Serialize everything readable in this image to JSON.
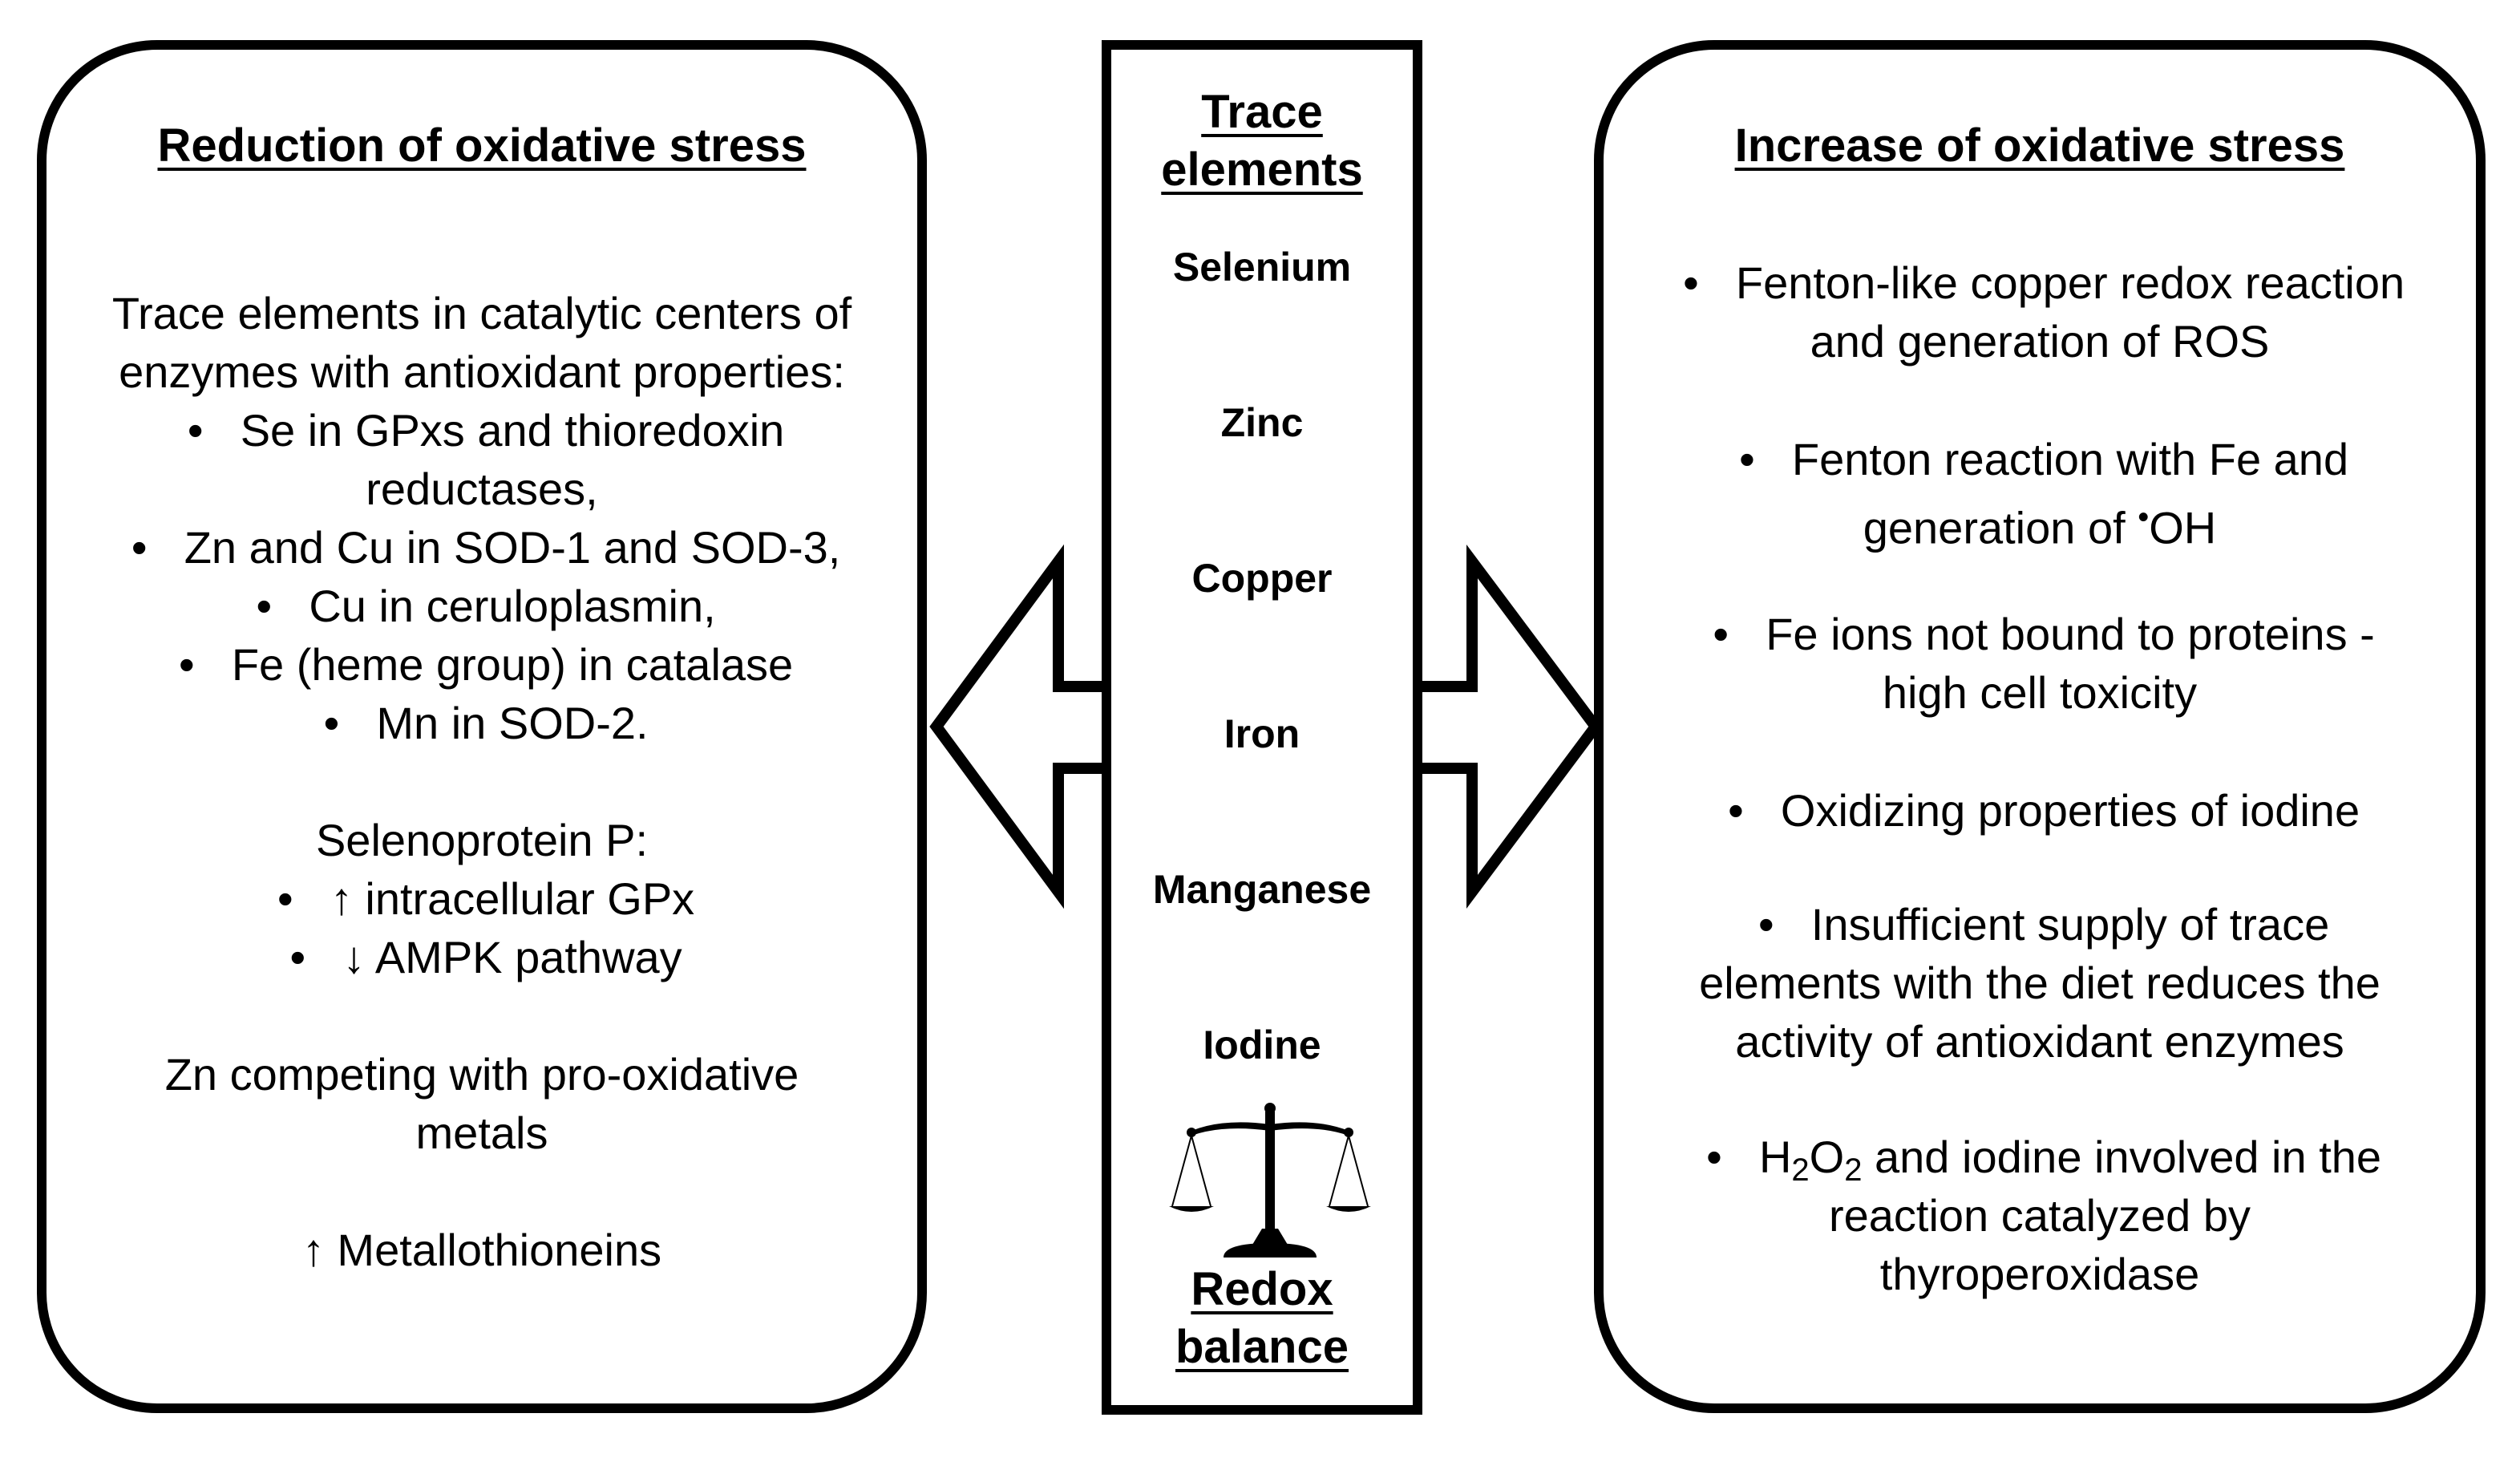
{
  "left": {
    "title": "Reduction of oxidative stress",
    "intro1": "Trace elements in catalytic centers of",
    "intro2": "enzymes with antioxidant properties:",
    "b1a": "Se in GPxs and thioredoxin",
    "b1b": "reductases,",
    "b2": "Zn and Cu in SOD-1 and SOD-3,",
    "b3": "Cu in ceruloplasmin,",
    "b4": "Fe (heme group) in catalase",
    "b5": "Mn in SOD-2.",
    "selenoprotein": "Selenoprotein P:",
    "s1": "↑ intracellular GPx",
    "s2": "↓ AMPK pathway",
    "zn1": "Zn competing with pro-oxidative",
    "zn2": "metals",
    "metallo": "↑ Metallothioneins"
  },
  "center": {
    "title1": "Trace",
    "title2": "elements",
    "elements": [
      "Selenium",
      "Zinc",
      "Copper",
      "Iron",
      "Manganese",
      "Iodine"
    ],
    "footer1": "Redox",
    "footer2": "balance"
  },
  "right": {
    "title": "Increase of oxidative stress",
    "r1a": "Fenton-like copper redox reaction",
    "r1b": "and generation of ROS",
    "r2a": "Fenton reaction with Fe and",
    "r2b_pre": "generation of ",
    "r2b_rad": "•",
    "r2b_post": "OH",
    "r3a": "Fe ions not bound to proteins -",
    "r3b": "high cell toxicity",
    "r4": "Oxidizing properties of iodine",
    "r5a": "Insufficient supply of trace",
    "r5b": "elements with the diet reduces the",
    "r5c": "activity of antioxidant enzymes",
    "r6a_h": "H",
    "r6a_sub1": "2",
    "r6a_o": "O",
    "r6a_sub2": "2",
    "r6a_rest": " and iodine involved in the",
    "r6b": "reaction catalyzed by",
    "r6c": "thyroperoxidase"
  },
  "bullet_char": "•",
  "icons": {
    "scale": "balance-scale-icon",
    "left_arrow": "arrow-left-icon",
    "right_arrow": "arrow-right-icon"
  }
}
